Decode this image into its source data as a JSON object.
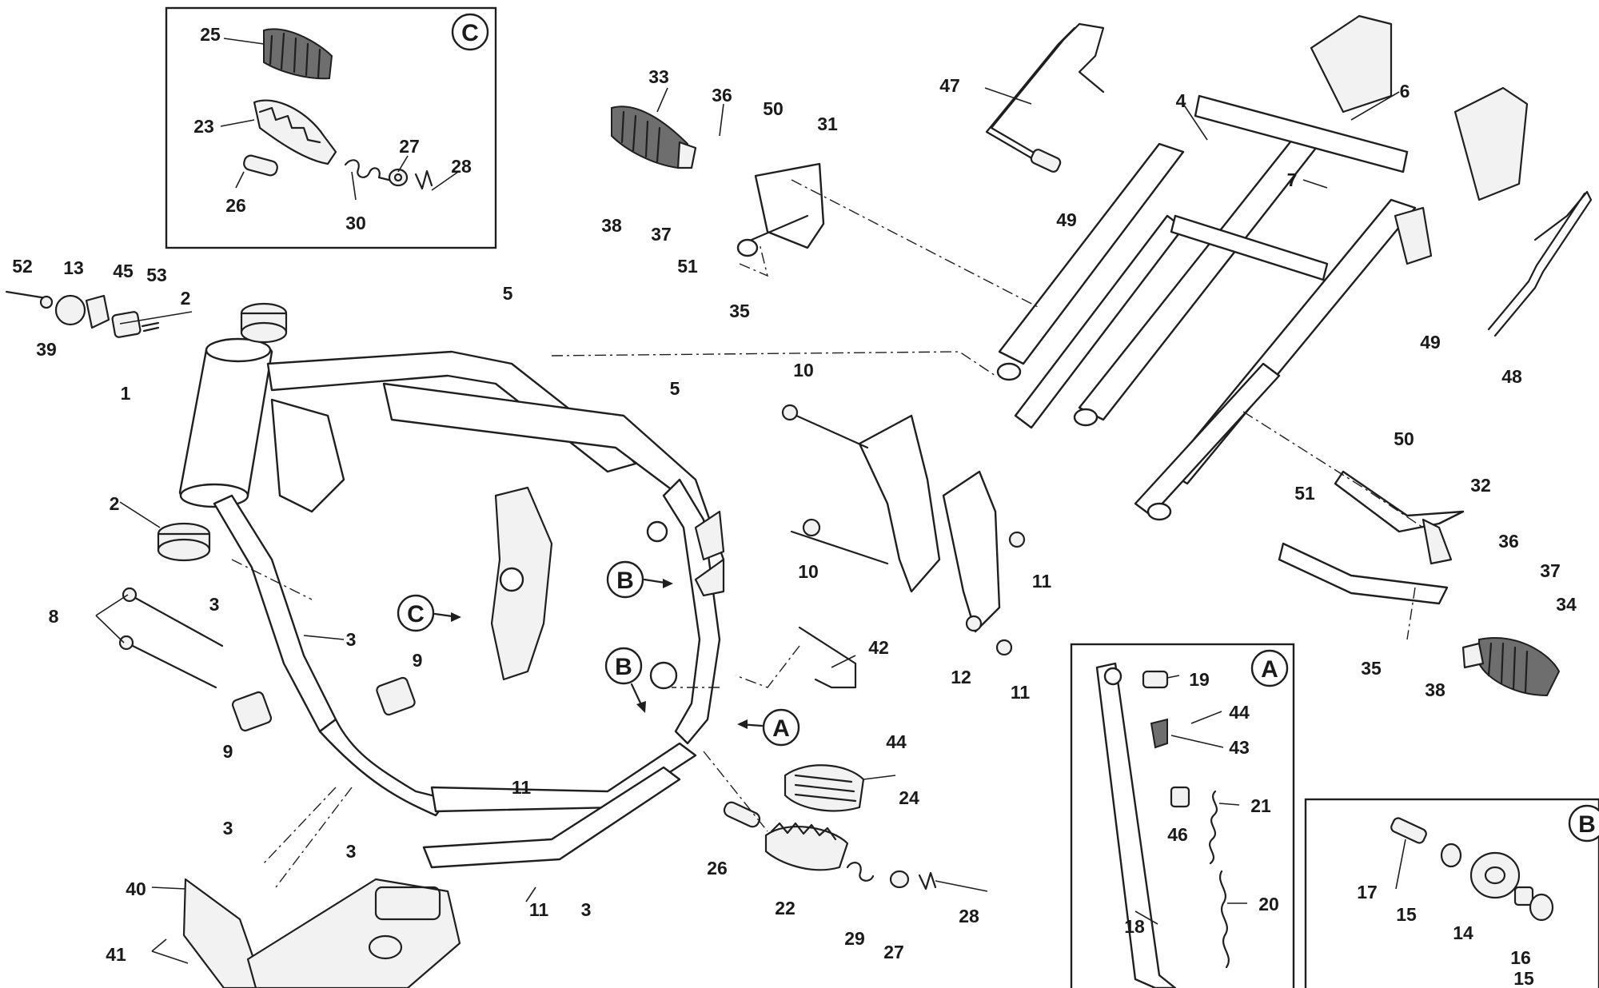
{
  "callouts": {
    "c52": "52",
    "c13": "13",
    "c45": "45",
    "c53": "53",
    "c39": "39",
    "c1": "1",
    "c2a": "2",
    "c2b": "2",
    "c25": "25",
    "c23": "23",
    "c26a": "26",
    "c30": "30",
    "c27a": "27",
    "c28a": "28",
    "c33": "33",
    "c36a": "36",
    "c38a": "38",
    "c37a": "37",
    "c50a": "50",
    "c31": "31",
    "c51a": "51",
    "c35a": "35",
    "c47": "47",
    "c49a": "49",
    "c4": "4",
    "c6": "6",
    "c7": "7",
    "c49b": "49",
    "c48": "48",
    "c5a": "5",
    "c5b": "5",
    "c10a": "10",
    "c10b": "10",
    "c11a": "11",
    "c11b": "11",
    "c12": "12",
    "c50b": "50",
    "c51b": "51",
    "c32": "32",
    "c36b": "36",
    "c37b": "37",
    "c34": "34",
    "c35b": "35",
    "c38b": "38",
    "c8": "8",
    "c3a": "3",
    "c3b": "3",
    "c9a": "9",
    "c9b": "9",
    "c42": "42",
    "c44a": "44",
    "c11c": "11",
    "c24": "24",
    "c3c": "3",
    "c3d": "3",
    "c40": "40",
    "c41": "41",
    "c11d": "11",
    "c3e": "3",
    "c26b": "26",
    "c22": "22",
    "c29": "29",
    "c27b": "27",
    "c28b": "28",
    "c19": "19",
    "c44b": "44",
    "c43": "43",
    "c46": "46",
    "c21": "21",
    "c20": "20",
    "c18": "18",
    "c17": "17",
    "c15a": "15",
    "c14": "14",
    "c16": "16",
    "c15b": "15"
  },
  "detail_markers": {
    "box_a": "A",
    "box_b": "B",
    "box_c": "C",
    "ref_a": "A",
    "ref_b1": "B",
    "ref_b2": "B",
    "ref_c": "C"
  }
}
